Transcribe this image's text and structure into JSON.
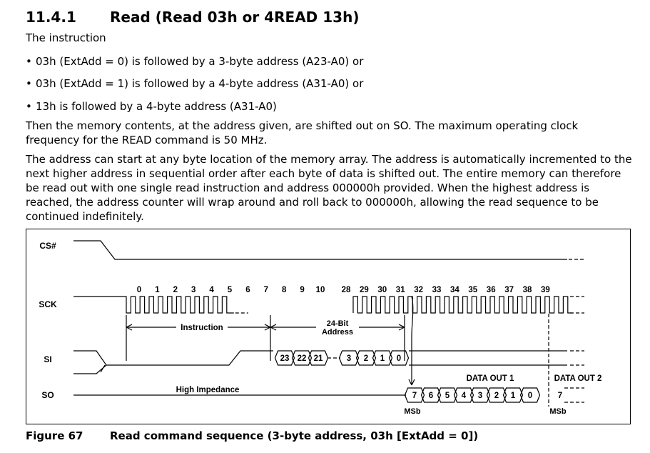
{
  "section": {
    "number": "11.4.1",
    "title": "Read (Read 03h or 4READ 13h)"
  },
  "intro": "The instruction",
  "bullets": [
    "03h (ExtAdd = 0) is followed by a 3-byte address (A23-A0) or",
    "03h (ExtAdd = 1) is followed by a 4-byte address (A31-A0) or",
    "13h is followed by a 4-byte address (A31-A0)"
  ],
  "paragraph_1": "Then the memory contents, at the address given, are shifted out on SO. The maximum operating clock frequency for the READ command is 50 MHz.",
  "paragraph_2": "The address can start at any byte location of the memory array. The address is automatically incremented to the next higher address in sequential order after each byte of data is shifted out. The entire memory can therefore be read out with one single read instruction and address 000000h provided. When the highest address is reached, the address counter will wrap around and roll back to 000000h, allowing the read sequence to be continued indefinitely.",
  "diagram": {
    "signals": {
      "cs": "CS#",
      "sck": "SCK",
      "si": "SI",
      "so": "SO"
    },
    "clock_numbers_first": [
      "0",
      "1",
      "2",
      "3",
      "4",
      "5",
      "6",
      "7",
      "8",
      "9",
      "10"
    ],
    "clock_numbers_second": [
      "28",
      "29",
      "30",
      "31",
      "32",
      "33",
      "34",
      "35",
      "36",
      "37",
      "38",
      "39"
    ],
    "instruction_label": "Instruction",
    "address_label_line1": "24-Bit",
    "address_label_line2": "Address",
    "si_bits_first": [
      "23",
      "22",
      "21"
    ],
    "si_bits_last": [
      "3",
      "2",
      "1",
      "0"
    ],
    "so_bits": [
      "7",
      "6",
      "5",
      "4",
      "3",
      "2",
      "1",
      "0"
    ],
    "so_next_bit": "7",
    "high_impedance": "High Impedance",
    "data_out_1": "DATA OUT 1",
    "data_out_2": "DATA OUT 2",
    "msb_label": "MSb"
  },
  "caption": {
    "label": "Figure 67",
    "text": "Read command sequence (3-byte address, 03h [ExtAdd = 0])"
  }
}
